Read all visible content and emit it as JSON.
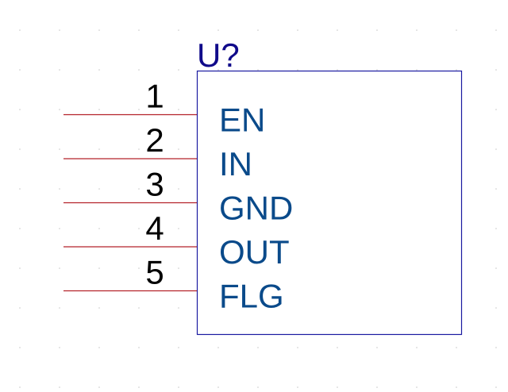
{
  "reference": "U?",
  "pins": [
    {
      "number": "1",
      "name": "EN"
    },
    {
      "number": "2",
      "name": "IN"
    },
    {
      "number": "3",
      "name": "GND"
    },
    {
      "number": "4",
      "name": "OUT"
    },
    {
      "number": "5",
      "name": "FLG"
    }
  ],
  "colors": {
    "pin_line": "#b4232a",
    "body_outline": "#1a1aa0",
    "pin_name": "#0a4a8a",
    "reference": "#100a8a",
    "grid": "#c8c8c8"
  }
}
